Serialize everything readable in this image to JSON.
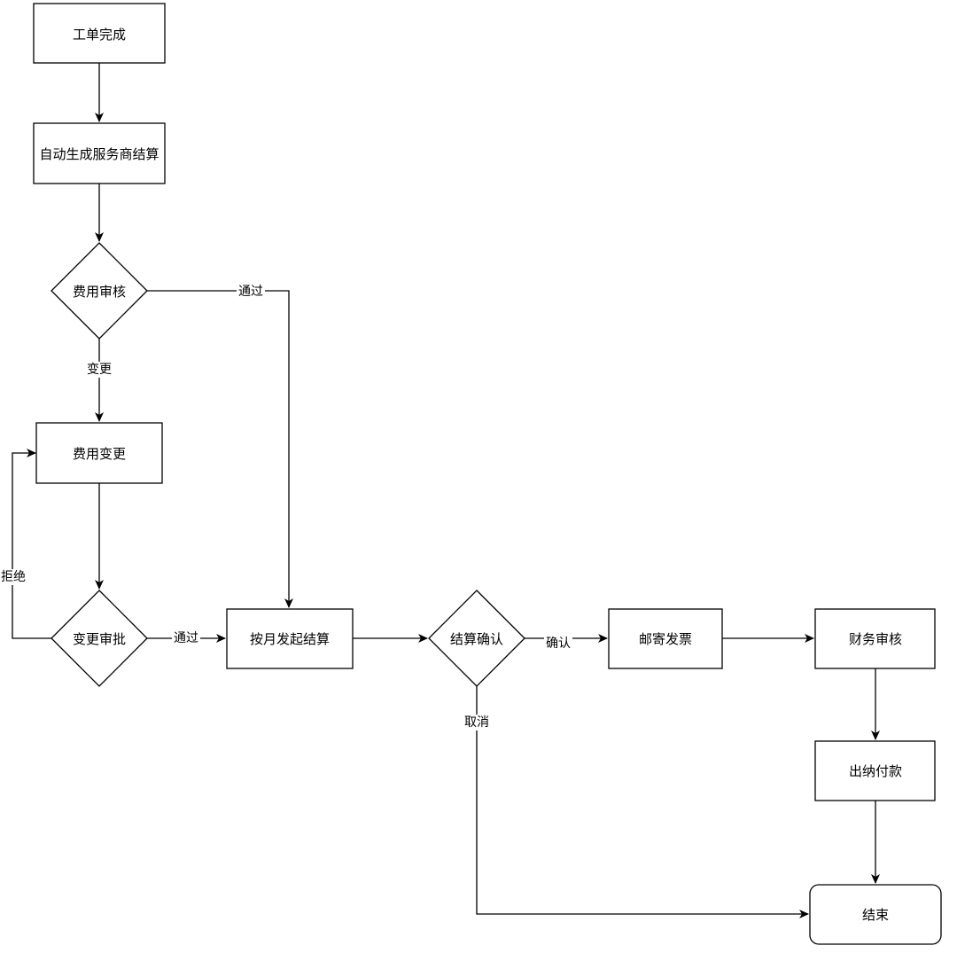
{
  "diagram": {
    "nodes": {
      "work_order_complete": "工单完成",
      "auto_generate_settlement": "自动生成服务商结算",
      "fee_review": "费用审核",
      "fee_change": "费用变更",
      "change_approval": "变更审批",
      "monthly_settlement": "按月发起结算",
      "settlement_confirm": "结算确认",
      "mail_invoice": "邮寄发票",
      "finance_review": "财务审核",
      "cashier_payment": "出纳付款",
      "end": "结束"
    },
    "edge_labels": {
      "review_pass": "通过",
      "review_change": "变更",
      "approval_reject": "拒绝",
      "approval_pass": "通过",
      "confirm": "确认",
      "cancel": "取消"
    }
  }
}
